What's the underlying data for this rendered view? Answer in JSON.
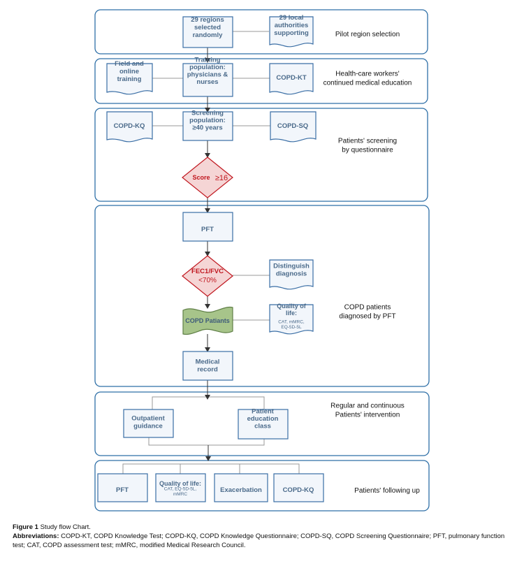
{
  "stages": [
    {
      "label_lines": [
        "Pilot region selection"
      ]
    },
    {
      "label_lines": [
        "Health-care workers'",
        "continued medical education"
      ]
    },
    {
      "label_lines": [
        "Patients' screening",
        "by questionnaire"
      ]
    },
    {
      "label_lines": [
        "COPD patients",
        "diagnosed by PFT"
      ]
    },
    {
      "label_lines": [
        "Regular and continuous",
        "Patients' intervention"
      ]
    },
    {
      "label_lines": [
        "Patients' following up"
      ]
    }
  ],
  "nodes": {
    "regions": [
      "29 regions",
      "selected",
      "randomly"
    ],
    "authorities": [
      "29 local",
      "authorities",
      "supporting"
    ],
    "field_training": [
      "Field and",
      "online",
      "training"
    ],
    "training_population": [
      "Training",
      "population:",
      "physicians &",
      "nurses"
    ],
    "copd_kt": [
      "COPD-KT"
    ],
    "copd_kq": [
      "COPD-KQ"
    ],
    "screening_population": [
      "Screening",
      "population:",
      "≥40 years"
    ],
    "copd_sq": [
      "COPD-SQ"
    ],
    "score_bold": "Score",
    "score_value": "≥16",
    "pft": [
      "PFT"
    ],
    "fec_bold": "FEC1/FVC",
    "fec_value": "<70%",
    "distinguish": [
      "Distinguish",
      "diagnosis"
    ],
    "copd_patients": "COPD Patiants",
    "qol_diag_title": [
      "Quality of",
      "life:"
    ],
    "qol_diag_detail": [
      "CAT, mMRC,",
      "EQ-5D-5L"
    ],
    "medical_record": [
      "Medical",
      "record"
    ],
    "outpatient": [
      "Outpatient",
      "guidance"
    ],
    "education": [
      "Patient",
      "education",
      "class"
    ],
    "fu_pft": [
      "PFT"
    ],
    "fu_qol_title": [
      "Quality of life:"
    ],
    "fu_qol_detail": [
      "CAT, EQ-5D-5L,",
      "mMRC"
    ],
    "fu_exacerbation": [
      "Exacerbation"
    ],
    "fu_copd_kq": [
      "COPD-KQ"
    ]
  },
  "caption": {
    "figure_label": "Figure 1",
    "figure_title": "Study flow Chart.",
    "abbrev_label": "Abbreviations:",
    "abbrev_text": "COPD-KT, COPD Knowledge Test; COPD-KQ, COPD Knowledge Questionnaire; COPD-SQ, COPD Screening Questionnaire; PFT, pulmonary function test; CAT, COPD assessment test; mMRC, modified Medical Research Council."
  },
  "colors": {
    "stage_border": "#2e6fa7",
    "node_border": "#3a6ea5",
    "node_fill": "#f2f6fb",
    "diamond_fill": "#f5d5d5",
    "diamond_border": "#c0161e",
    "green_fill": "#a7c48a",
    "green_border": "#5f7f46",
    "line": "#999999",
    "arrow": "#333333"
  }
}
